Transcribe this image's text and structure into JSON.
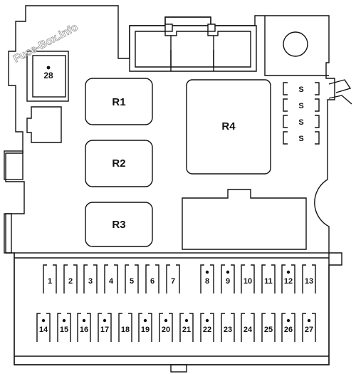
{
  "watermark": "Fuse-Box.info",
  "relays": {
    "R1": "R1",
    "R2": "R2",
    "R3": "R3",
    "R4": "R4"
  },
  "spare_label": "S",
  "fuse_28": "28",
  "top_row_fuses": [
    {
      "label": "1",
      "marked": false
    },
    {
      "label": "2",
      "marked": false
    },
    {
      "label": "3",
      "marked": false
    },
    {
      "label": "4",
      "marked": false
    },
    {
      "label": "5",
      "marked": false
    },
    {
      "label": "6",
      "marked": false
    },
    {
      "label": "7",
      "marked": false
    },
    {
      "label": "8",
      "marked": true
    },
    {
      "label": "9",
      "marked": true
    },
    {
      "label": "10",
      "marked": false
    },
    {
      "label": "11",
      "marked": false
    },
    {
      "label": "12",
      "marked": true
    },
    {
      "label": "13",
      "marked": false
    }
  ],
  "bottom_row_fuses": [
    {
      "label": "14",
      "marked": true
    },
    {
      "label": "15",
      "marked": true
    },
    {
      "label": "16",
      "marked": true
    },
    {
      "label": "17",
      "marked": true
    },
    {
      "label": "18",
      "marked": false
    },
    {
      "label": "19",
      "marked": true
    },
    {
      "label": "20",
      "marked": true
    },
    {
      "label": "21",
      "marked": true
    },
    {
      "label": "22",
      "marked": true
    },
    {
      "label": "23",
      "marked": false
    },
    {
      "label": "24",
      "marked": false
    },
    {
      "label": "25",
      "marked": false
    },
    {
      "label": "26",
      "marked": true
    },
    {
      "label": "27",
      "marked": true
    }
  ]
}
